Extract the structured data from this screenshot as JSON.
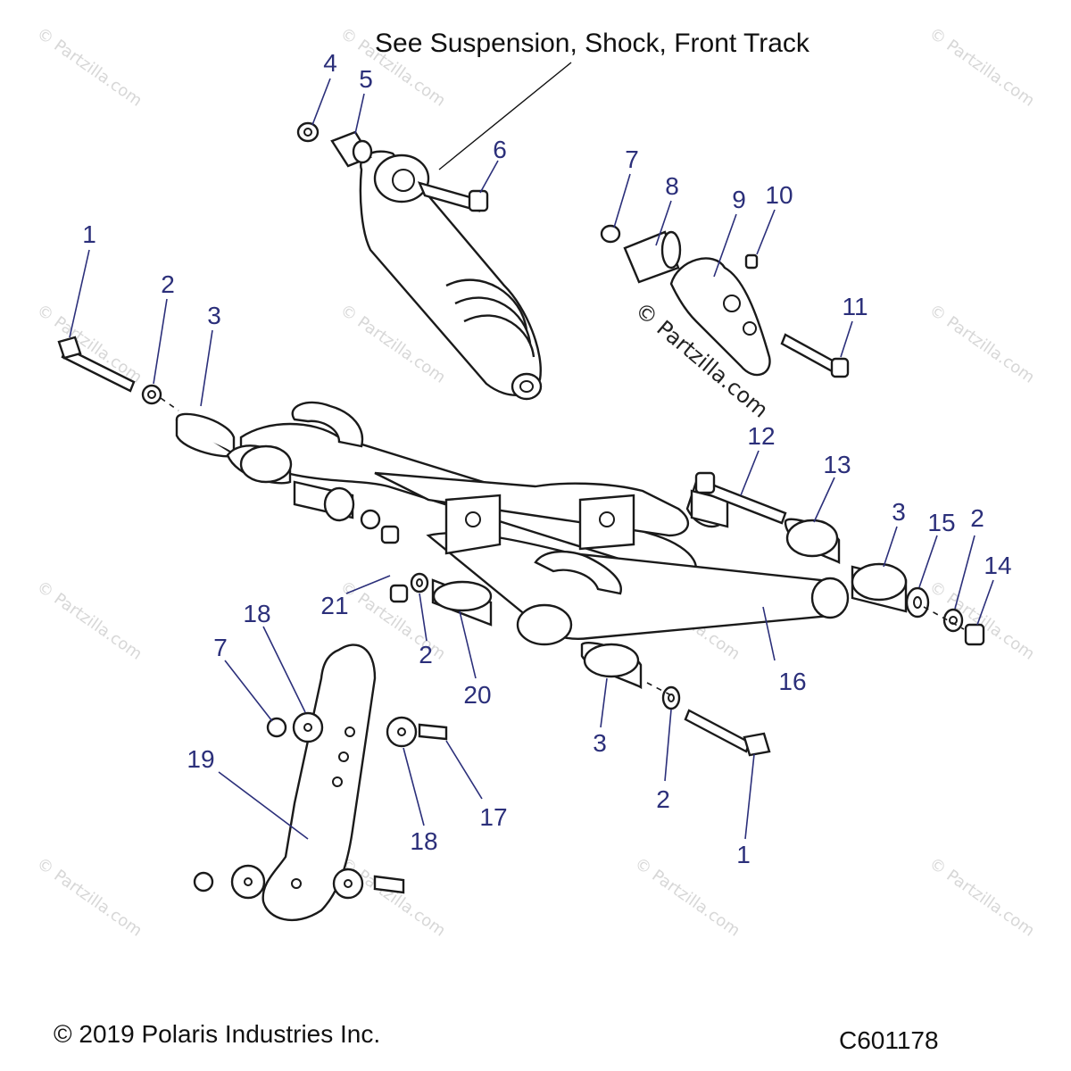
{
  "diagram": {
    "heading": "See Suspension, Shock, Front Track",
    "copyright": "© 2019 Polaris Industries Inc.",
    "diagram_code": "C601178",
    "center_watermark": "© Partzilla.com",
    "watermark_text": "© Partzilla.com",
    "callouts": [
      "4",
      "5",
      "6",
      "7",
      "8",
      "9",
      "10",
      "1",
      "2",
      "3",
      "11",
      "12",
      "13",
      "3",
      "15",
      "2",
      "14",
      "21",
      "2",
      "20",
      "18",
      "7",
      "19",
      "16",
      "3",
      "2",
      "17",
      "18",
      "1"
    ]
  },
  "colors": {
    "callout": "#2b2f7a",
    "line_art": "#1a1a1a",
    "watermark": "#d7d7d7"
  }
}
